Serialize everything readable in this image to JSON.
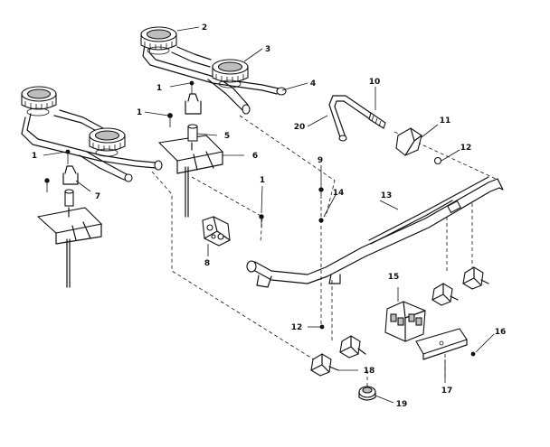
{
  "callouts": [
    {
      "id": "c1a",
      "label": "1"
    },
    {
      "id": "c1b",
      "label": "1"
    },
    {
      "id": "c1c",
      "label": "1"
    },
    {
      "id": "c1d",
      "label": "1"
    },
    {
      "id": "c2",
      "label": "2"
    },
    {
      "id": "c3",
      "label": "3"
    },
    {
      "id": "c4",
      "label": "4"
    },
    {
      "id": "c5",
      "label": "5"
    },
    {
      "id": "c6",
      "label": "6"
    },
    {
      "id": "c7",
      "label": "7"
    },
    {
      "id": "c8",
      "label": "8"
    },
    {
      "id": "c9",
      "label": "9"
    },
    {
      "id": "c10",
      "label": "10"
    },
    {
      "id": "c11",
      "label": "11"
    },
    {
      "id": "c12a",
      "label": "12"
    },
    {
      "id": "c12b",
      "label": "12"
    },
    {
      "id": "c13",
      "label": "13"
    },
    {
      "id": "c14",
      "label": "14"
    },
    {
      "id": "c15",
      "label": "15"
    },
    {
      "id": "c16",
      "label": "16"
    },
    {
      "id": "c17",
      "label": "17"
    },
    {
      "id": "c18",
      "label": "18"
    },
    {
      "id": "c19",
      "label": "19"
    },
    {
      "id": "c20",
      "label": "20"
    }
  ]
}
